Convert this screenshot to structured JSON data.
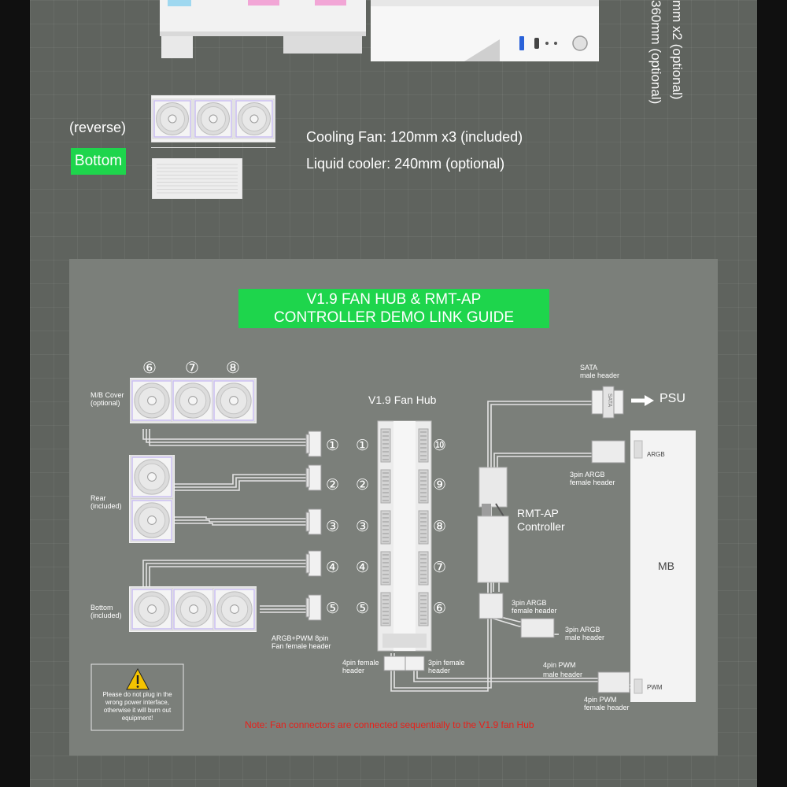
{
  "top": {
    "reverse_label": "(reverse)",
    "bottom_label": "Bottom",
    "cooling_fan": "Cooling Fan: 120mm x3 (included)",
    "liquid_cooler": "Liquid cooler: 240mm (optional)",
    "vertical_1": "mm x2 (optional)",
    "vertical_2": "360mm (optional)"
  },
  "guide": {
    "title_line1": "V1.9 FAN HUB & RMT-AP",
    "title_line2": "CONTROLLER DEMO LINK GUIDE",
    "hub_label": "V1.9 Fan Hub",
    "left_numbers": [
      "①",
      "②",
      "③",
      "④",
      "⑤"
    ],
    "hub_left_numbers": [
      "①",
      "②",
      "③",
      "④",
      "⑤"
    ],
    "hub_right_numbers": [
      "⑩",
      "⑨",
      "⑧",
      "⑦",
      "⑥"
    ],
    "top_fan_numbers": [
      "⑥",
      "⑦",
      "⑧"
    ],
    "mb_cover_1": "M/B Cover",
    "mb_cover_2": "(optional)",
    "rear_1": "Rear",
    "rear_2": "(included)",
    "bottom_1": "Bottom",
    "bottom_2": "(included)",
    "argb_pwm_1": "ARGB+PWM 8pin",
    "argb_pwm_2": "Fan female header",
    "fourpin_female_1": "4pin female",
    "fourpin_female_2": "header",
    "threepin_female_1": "3pin female",
    "threepin_female_2": "header",
    "sata_1": "SATA",
    "sata_2": "male header",
    "sata_chip": "SATA",
    "psu": "PSU",
    "argb_female_1": "3pin ARGB",
    "argb_female_2": "female header",
    "controller_1": "RMT-AP",
    "controller_2": "Controller",
    "argb_female_b1": "3pin ARGB",
    "argb_female_b2": "female header",
    "argb_male_1": "3pin ARGB",
    "argb_male_2": "male header",
    "pwm_male_1": "4pin PWM",
    "pwm_male_2": "male header",
    "pwm_female_1": "4pin PWM",
    "pwm_female_2": "female header",
    "mb": "MB",
    "mb_argb": "ARGB",
    "mb_pwm": "PWM",
    "warning_1": "Please do not plug in the",
    "warning_2": "wrong power interface,",
    "warning_3": "otherwise it will burn out",
    "warning_4": "equipment!",
    "note": "Note: Fan connectors are connected sequentially to the V1.9 fan Hub"
  },
  "colors": {
    "accent_green": "#1ed54c",
    "panel_bg": "#7b7f7a",
    "note_red": "#e8201a"
  }
}
